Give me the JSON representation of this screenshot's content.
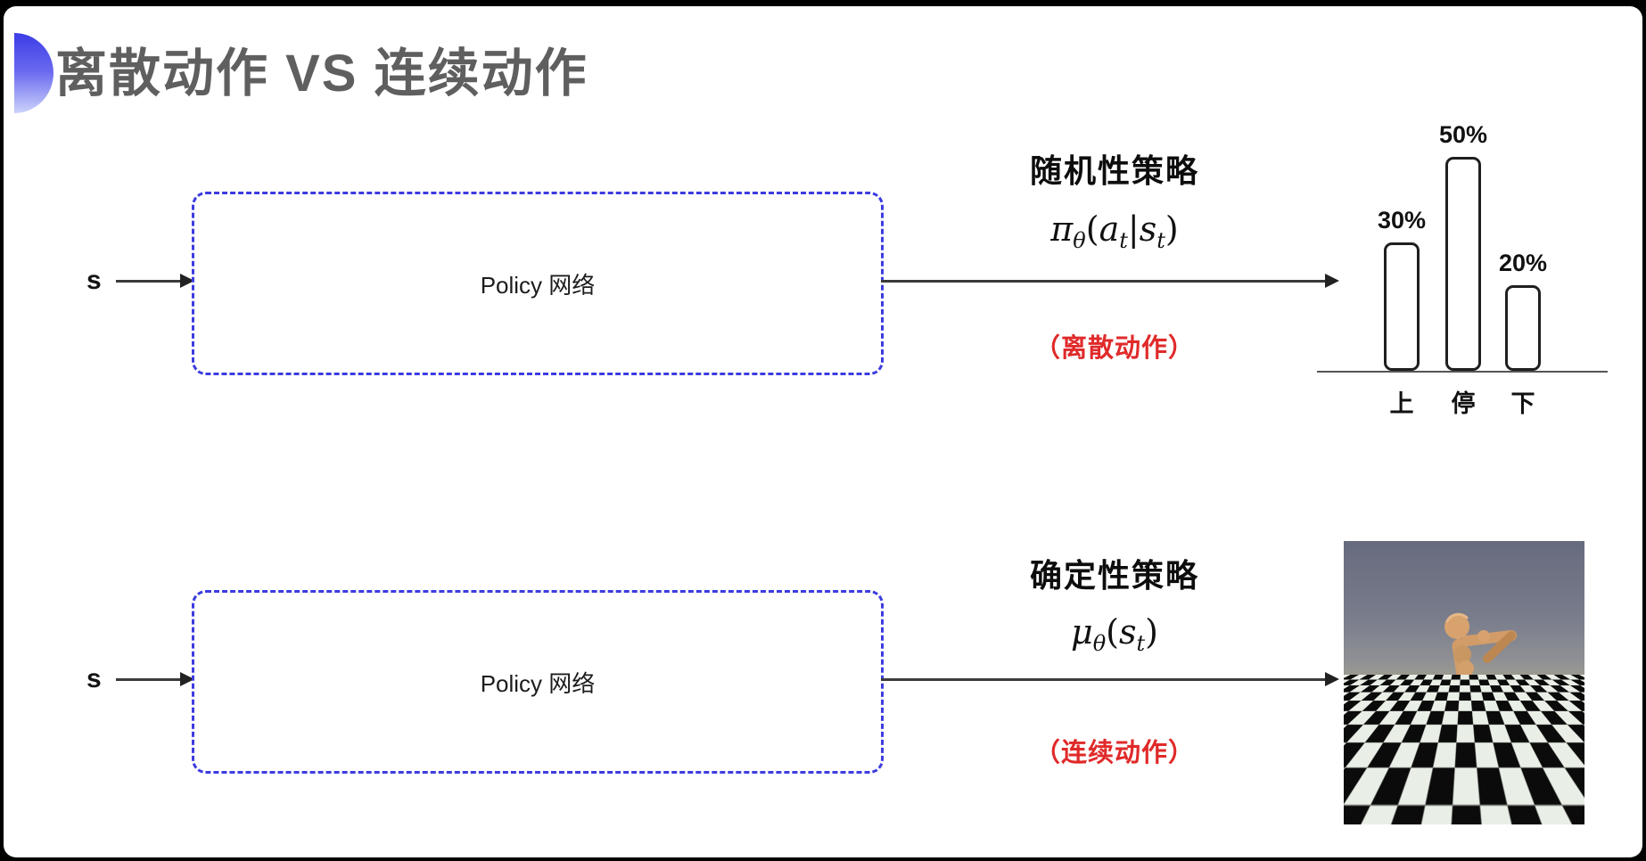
{
  "slide_title": "离散动作 VS 连续动作",
  "discrete_flow": {
    "input_label": "s",
    "box_label": "Policy 网络",
    "policy_type": "随机性策略",
    "formula": {
      "func": "π",
      "sub": "θ",
      "open": "(",
      "arg1": "a",
      "arg1_sub": "t",
      "sep": "|",
      "arg2": "s",
      "arg2_sub": "t",
      "close": ")"
    },
    "action_note": "（离散动作）"
  },
  "continuous_flow": {
    "input_label": "s",
    "box_label": "Policy 网络",
    "policy_type": "确定性策略",
    "formula": {
      "func": "μ",
      "sub": "θ",
      "open": "(",
      "arg1": "s",
      "arg1_sub": "t",
      "close": ")"
    },
    "action_note": "（连续动作）"
  },
  "chart_data": {
    "type": "bar",
    "title": "",
    "xlabel": "",
    "ylabel": "",
    "categories": [
      "上",
      "停",
      "下"
    ],
    "values": [
      30,
      50,
      20
    ],
    "value_labels": [
      "30%",
      "50%",
      "20%"
    ],
    "ylim": [
      0,
      100
    ],
    "grid": false,
    "legend": false
  },
  "colors": {
    "accent_blue": "#3c3ce0",
    "note_red": "#e02a2a",
    "title_gray": "#5f5f5f"
  }
}
